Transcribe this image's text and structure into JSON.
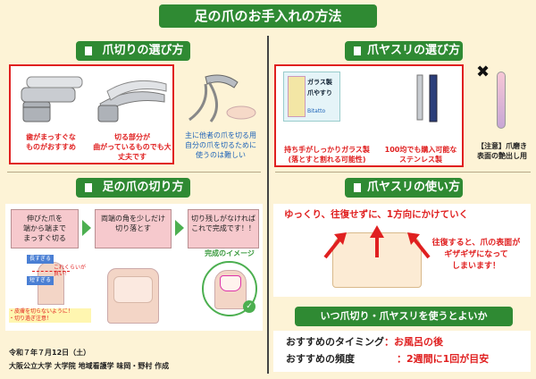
{
  "title": "足の爪のお手入れの方法",
  "left": {
    "section1": {
      "title": "爪切りの選び方",
      "caption1": "歯がまっすぐな\nものがおすすめ",
      "caption2": "切る部分が\n曲がっているものでも大丈夫です",
      "caption3": "主に他者の爪を切る用\n自分の爪を切るために\n使うのは難しい"
    },
    "section2": {
      "title": "足の爪の切り方",
      "steps": [
        "伸びた爪を\n端から端まで\nまっすぐ切る",
        "両端の角を少しだけ\n切り落とす",
        "切り残しがなければ\nこれで完成です！！"
      ],
      "label_long": "長すぎる",
      "label_just": "これくらいが\n良い！",
      "label_short": "短すぎる",
      "warn": "・皮膚を切らないように！\n・切り過ぎ注意！",
      "image_label": "完成のイメージ"
    },
    "footer": {
      "date": "令和７年７月12日（土）",
      "author": "大阪公立大学 大学院 地域看護学 味岡・野村 作成"
    }
  },
  "right": {
    "section1": {
      "title": "爪ヤスリの選び方",
      "caption1": "持ち手がしっかりガラス製\n(落とすと割れる可能性)",
      "caption2": "100均でも購入可能な\nステンレス製",
      "caption3": "【注意】爪磨き\n表面の艶出し用",
      "pkg_line1": "ガラス製",
      "pkg_line2": "爪やすり",
      "pkg_brand": "Bitatto",
      "cross": "✖"
    },
    "section2": {
      "title": "爪ヤスリの使い方",
      "instruction": "ゆっくり、往復せずに、1方向にかけていく",
      "note": "往復すると、爪の表面が\nギザギザになって\nしまいます！"
    },
    "section3": {
      "title": "いつ爪切り・爪ヤスリを使うとよいか",
      "rows": [
        {
          "label": "おすすめのタイミング",
          "value": "お風呂の後"
        },
        {
          "label": "おすすめの頻度",
          "value": "2週間に1回が目安"
        }
      ],
      "sep": "："
    }
  }
}
